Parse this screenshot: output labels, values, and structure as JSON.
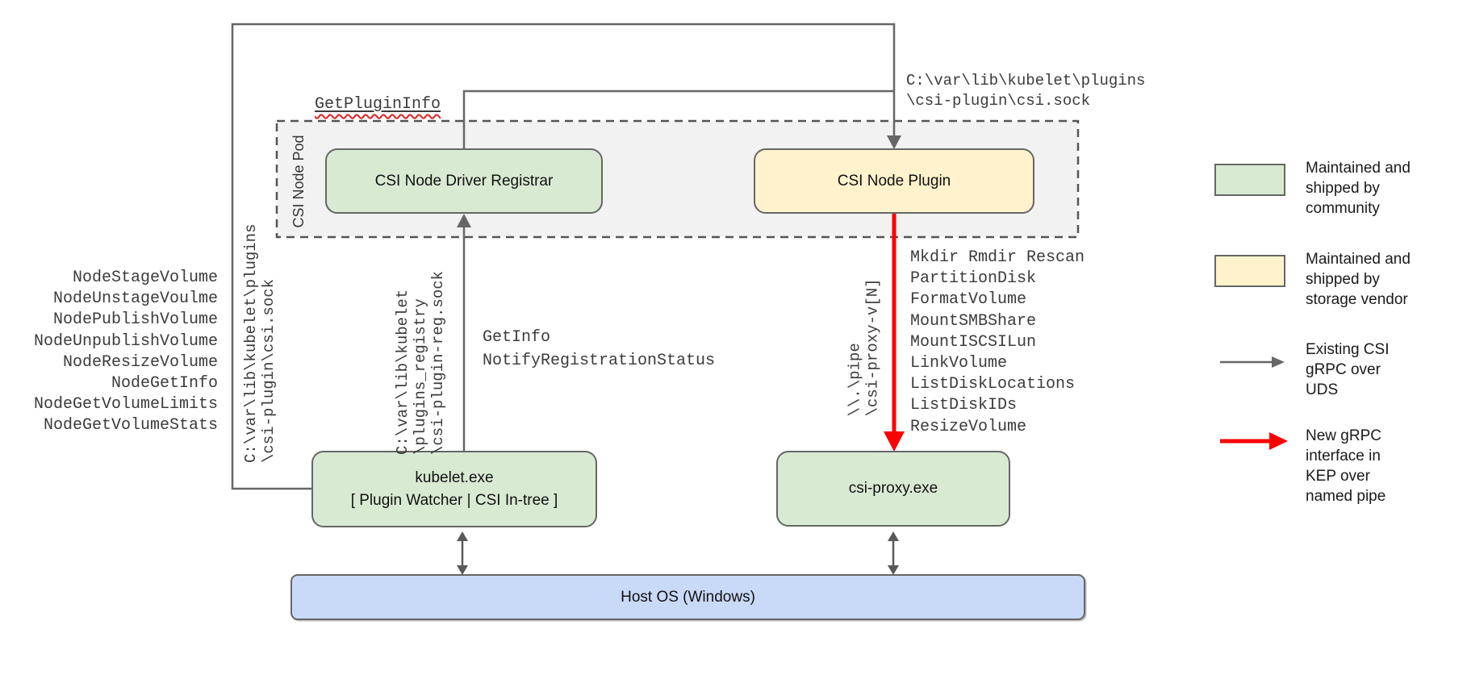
{
  "boxes": {
    "pod_label": "CSI Node Pod",
    "registrar": "CSI Node Driver Registrar",
    "plugin": "CSI Node Plugin",
    "kubelet": {
      "line1": "kubelet.exe",
      "line2": "[ Plugin Watcher | CSI In-tree ]"
    },
    "csi_proxy": "csi-proxy.exe",
    "host_os": "Host OS (Windows)"
  },
  "edge_labels": {
    "get_plugin_info": "GetPluginInfo",
    "csi_sock_top": "C:\\var\\lib\\kubelet\\plugins\n\\csi-plugin\\csi.sock",
    "csi_sock_vertical": "C:\\var\\lib\\kubelet\\plugins\n\\csi-plugin\\csi.sock",
    "registration_sock_vertical": "C:\\var\\lib\\kubelet\n\\plugins_registry\n\\csi-plugin-reg.sock",
    "pipe_vertical": "\\\\.\\pipe\n\\csi-proxy-v[N]",
    "registration_calls": "GetInfo\nNotifyRegistrationStatus"
  },
  "node_calls": [
    "NodeStageVolume",
    "NodeUnstageVoulme",
    "NodePublishVolume",
    "NodeUnpublishVolume",
    "NodeResizeVolume",
    "NodeGetInfo",
    "NodeGetVolumeLimits",
    "NodeGetVolumeStats"
  ],
  "proxy_calls": [
    "Mkdir Rmdir Rescan",
    "PartitionDisk",
    "FormatVolume",
    "MountSMBShare",
    "MountISCSILun",
    "LinkVolume",
    "ListDiskLocations",
    "ListDiskIDs",
    "ResizeVolume"
  ],
  "legend": {
    "community": "Maintained and\nshipped by\ncommunity",
    "vendor": "Maintained and\nshipped by\nstorage vendor",
    "uds": "Existing CSI\ngRPC over\nUDS",
    "pipe": "New gRPC\ninterface in\nKEP over\nnamed pipe"
  },
  "colors": {
    "community_green": "#d9ead3",
    "vendor_yellow": "#fff2cc",
    "host_blue": "#c9daf8",
    "pod_gray": "#f2f2f2",
    "line_gray": "#666666",
    "new_interface_red": "#ff0000",
    "squiggle_red": "#e02020"
  }
}
